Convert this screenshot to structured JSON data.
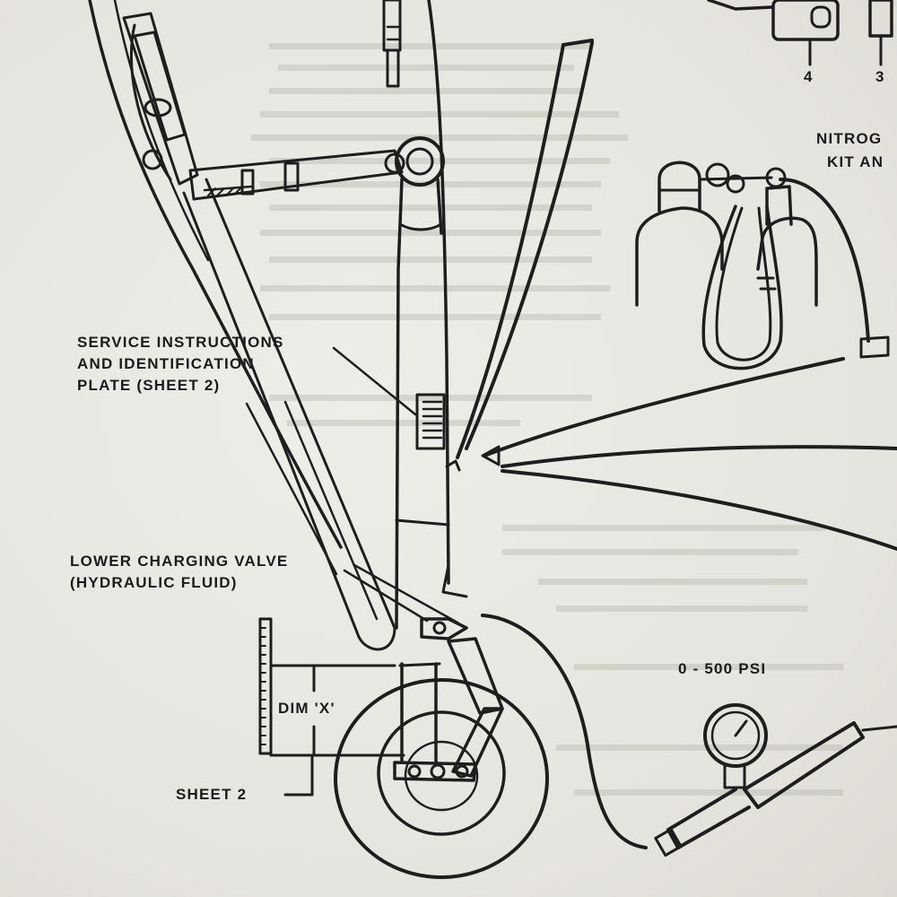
{
  "labels": {
    "service_plate": {
      "line1": "SERVICE INSTRUCTIONS",
      "line2": "AND IDENTIFICATION",
      "line3": "PLATE (SHEET 2)"
    },
    "lower_valve": {
      "line1": "LOWER CHARGING VALVE",
      "line2": "(HYDRAULIC FLUID)"
    },
    "dim_x": "DIM 'X'",
    "sheet2": "SHEET 2",
    "gauge_range": "0 - 500 PSI",
    "nitrogen": {
      "line1": "NITROG",
      "line2": "KIT AN"
    },
    "callout_4": "4",
    "callout_3": "3"
  },
  "colors": {
    "ink": "#1e1e1e",
    "paper": "#e9e7e1"
  }
}
